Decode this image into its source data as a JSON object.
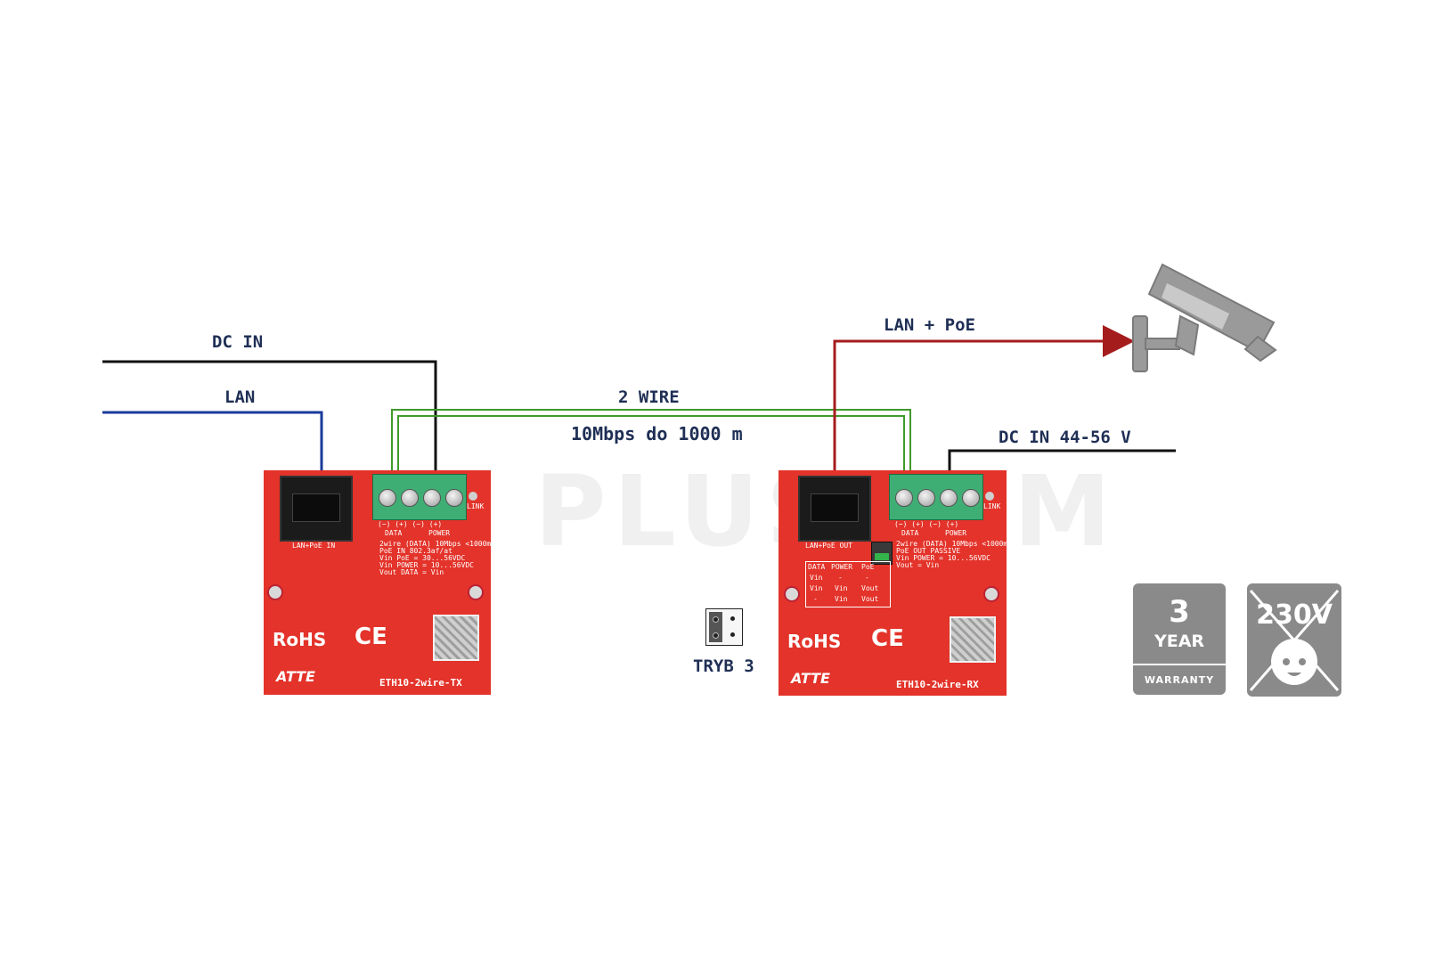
{
  "labels": {
    "dc_in": "DC IN",
    "lan": "LAN",
    "two_wire": "2 WIRE",
    "speed": "10Mbps do 1000 m",
    "lan_poe": "LAN + PoE",
    "dc_in_rx": "DC IN 44-56 V",
    "tryb": "TRYB 3"
  },
  "watermark": "PLUSCOM",
  "tx_board": {
    "port_label": "LAN+PoE IN",
    "data_label": "DATA",
    "power_label": "POWER",
    "polarity": "(−)  (+)  (−)  (+)",
    "link_label": "LINK",
    "specs": [
      "2wire (DATA) 10Mbps <1000m",
      "PoE IN 802.3af/at",
      "Vin PoE = 30...56VDC",
      "Vin POWER = 10...56VDC",
      "Vout DATA = Vin"
    ],
    "rohs": "RoHS",
    "ce": "CE",
    "brand": "ATTE",
    "model": "ETH10-2wire-TX"
  },
  "rx_board": {
    "port_label": "LAN+PoE OUT",
    "data_label": "DATA",
    "power_label": "POWER",
    "polarity": "(−)  (+)  (−)  (+)",
    "link_label": "LINK",
    "specs": [
      "2wire (DATA) 10Mbps <1000m",
      "PoE OUT PASSIVE",
      "Vin POWER = 10...56VDC",
      "Vout = Vin"
    ],
    "table_header": [
      "DATA",
      "POWER",
      "PoE"
    ],
    "table_rows": [
      [
        "Vin",
        "-",
        "-"
      ],
      [
        "Vin",
        "Vin",
        "Vout"
      ],
      [
        "-",
        "Vin",
        "Vout"
      ]
    ],
    "rohs": "RoHS",
    "ce": "CE",
    "brand": "ATTE",
    "model": "ETH10-2wire-RX"
  },
  "warranty_badge": {
    "number": "3",
    "word": "YEAR",
    "caption": "WARRANTY"
  },
  "voltage_badge": {
    "text": "230V"
  },
  "colors": {
    "dc_wire": "#111111",
    "lan_wire": "#1a3a9a",
    "poe_wire": "#a51c1c",
    "two_wire": "#3f9a2a",
    "board": "#e3332a",
    "badge": "#8a8a8a",
    "label": "#1f2f55"
  },
  "icons": [
    "cctv-camera-icon",
    "jumper-icon",
    "warranty-badge-icon",
    "no-230v-plug-icon"
  ]
}
